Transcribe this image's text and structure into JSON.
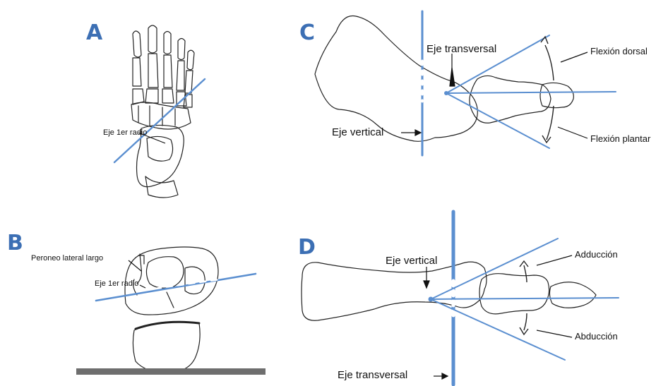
{
  "panels": {
    "a": {
      "letter": "A",
      "axis_label": "Eje 1er radio"
    },
    "b": {
      "letter": "B",
      "muscle_label": "Peroneo lateral largo",
      "axis_label": "Eje 1er radio"
    },
    "c": {
      "letter": "C",
      "transverse_label": "Eje transversal",
      "vertical_label": "Eje vertical",
      "dorsal_label": "Flexión dorsal",
      "plantar_label": "Flexión plantar"
    },
    "d": {
      "letter": "D",
      "vertical_label": "Eje vertical",
      "transverse_label": "Eje transversal",
      "adduction_label": "Adducción",
      "abduction_label": "Abducción"
    }
  },
  "colors": {
    "axis_blue": "#5b8fd0",
    "letter_blue": "#3c6fb4",
    "ink": "#222222",
    "ground": "#6e6e6e"
  }
}
